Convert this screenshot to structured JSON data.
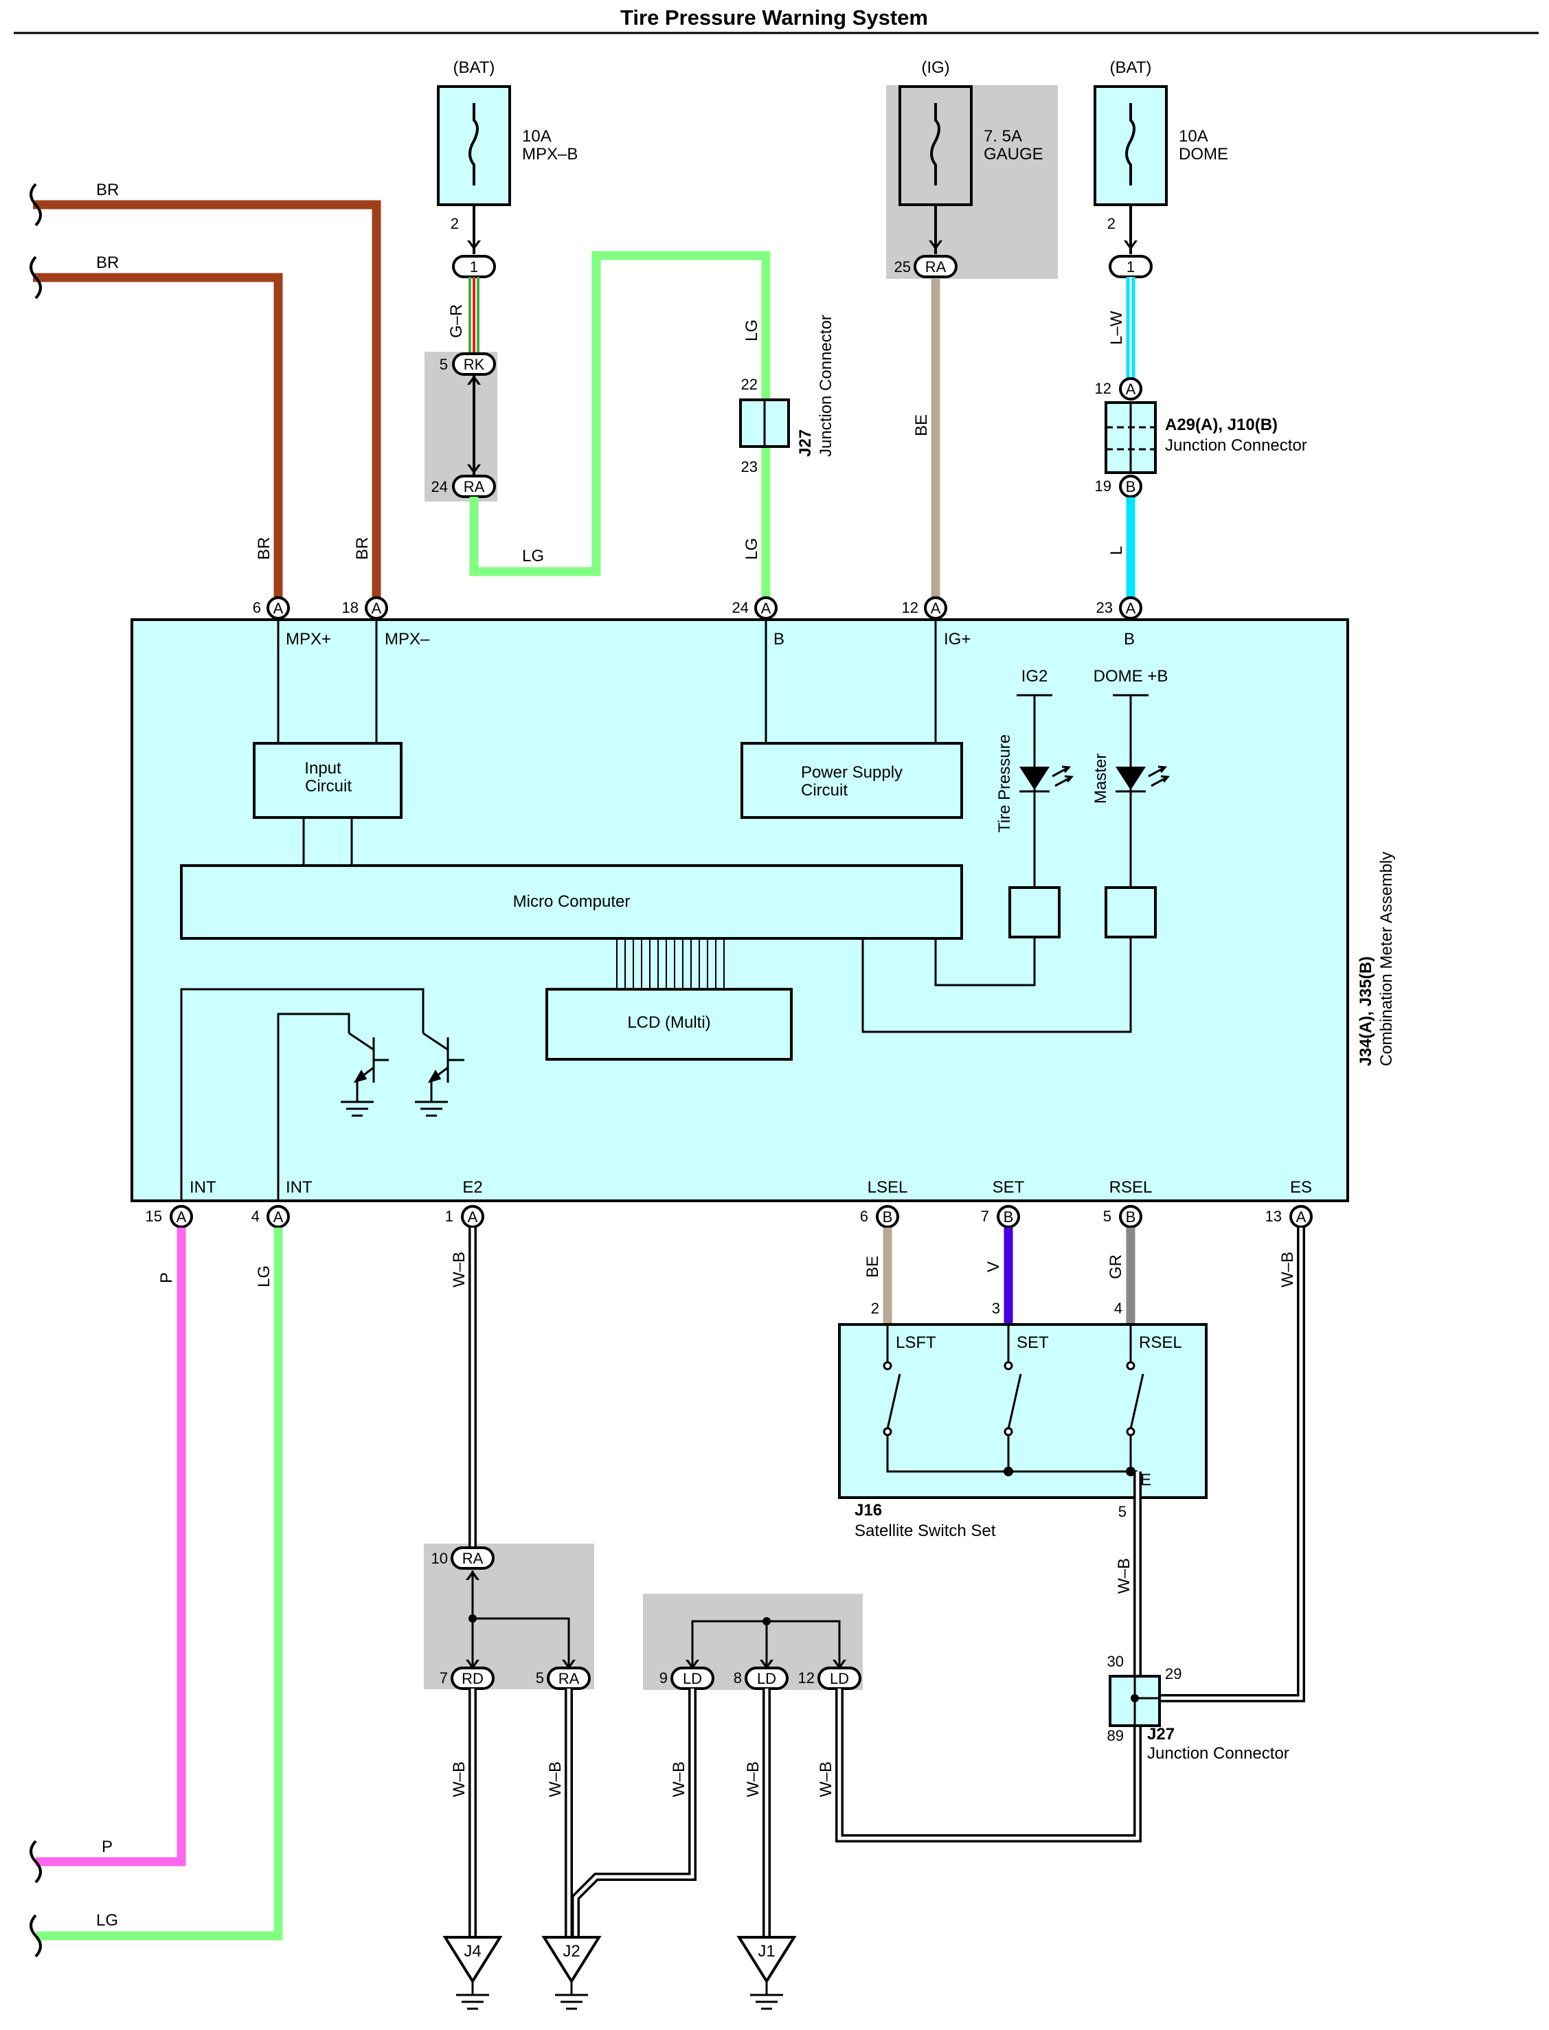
{
  "title": "Tire Pressure Warning System",
  "colors": {
    "BR": "#a0401a",
    "LG": "#80ff80",
    "BE": "#b8a894",
    "L": "#00e5ff",
    "P": "#ff66ee",
    "V": "#4400e0",
    "GR": "#888888",
    "W_B": "#ffffff",
    "G_R": "#40b040",
    "box_fill": "#ccffff",
    "shade": "#cccccc"
  },
  "fuses": {
    "mpxb": {
      "source": "(BAT)",
      "rating": "10A",
      "name": "MPX–B",
      "pin": "2",
      "conn": "1"
    },
    "gauge": {
      "source": "(IG)",
      "rating": "7. 5A",
      "name": "GAUGE",
      "pin": "25",
      "conn": "RA"
    },
    "dome": {
      "source": "(BAT)",
      "rating": "10A",
      "name": "DOME",
      "pin": "2",
      "conn": "1"
    }
  },
  "junctions": {
    "rk_ra": {
      "top_pin": "5",
      "top_conn": "RK",
      "bottom_pin": "24",
      "bottom_conn": "RA"
    },
    "j27_top": {
      "name": "J27",
      "desc": "Junction Connector",
      "pin_top": "22",
      "pin_bottom": "23"
    },
    "a29": {
      "name": "A29(A), J10(B)",
      "desc": "Junction Connector",
      "pin_top": "12",
      "conn_top": "A",
      "pin_bottom": "19",
      "conn_bottom": "B"
    },
    "j27_bottom": {
      "name": "J27",
      "desc": "Junction Connector",
      "pin_30": "30",
      "pin_29": "29",
      "pin_89": "89"
    }
  },
  "wires": {
    "br1": "BR",
    "br2": "BR",
    "br3": "BR",
    "br4": "BR",
    "gr_wire": "G–R",
    "lg_top": "LG",
    "lg_mid": "LG",
    "lg_v1": "LG",
    "lg_v2": "LG",
    "be_top": "BE",
    "lw": "L–W",
    "l": "L",
    "p": "P",
    "lg_bottom": "LG",
    "wb1": "W–B",
    "be_sw": "BE",
    "v_sw": "V",
    "gr_sw": "GR",
    "wb_es": "W–B",
    "wb_j16": "W–B",
    "wb_b1": "W–B",
    "wb_b2": "W–B",
    "wb_b3": "W–B",
    "wb_b4": "W–B",
    "wb_b5": "W–B",
    "p_left": "P",
    "lg_left": "LG"
  },
  "meter": {
    "name": "J34(A), J35(B)",
    "desc": "Combination Meter Assembly",
    "top_pins": [
      {
        "pin": "6",
        "conn": "A",
        "label": "MPX+"
      },
      {
        "pin": "18",
        "conn": "A",
        "label": "MPX–"
      },
      {
        "pin": "24",
        "conn": "A",
        "label": "B"
      },
      {
        "pin": "12",
        "conn": "A",
        "label": "IG+"
      },
      {
        "pin": "23",
        "conn": "A",
        "label": "B"
      }
    ],
    "bottom_pins": [
      {
        "pin": "15",
        "conn": "A",
        "label": "INT"
      },
      {
        "pin": "4",
        "conn": "A",
        "label": "INT"
      },
      {
        "pin": "1",
        "conn": "A",
        "label": "E2"
      },
      {
        "pin": "6",
        "conn": "B",
        "label": "LSEL"
      },
      {
        "pin": "7",
        "conn": "B",
        "label": "SET"
      },
      {
        "pin": "5",
        "conn": "B",
        "label": "RSEL"
      },
      {
        "pin": "13",
        "conn": "A",
        "label": "ES"
      }
    ],
    "input_circuit": [
      "Input",
      "Circuit"
    ],
    "power_supply": [
      "Power Supply",
      "Circuit"
    ],
    "micro": "Micro Computer",
    "lcd": "LCD (Multi)",
    "ig2": "IG2",
    "domeb": "DOME +B",
    "tire_pressure": "Tire Pressure",
    "master": "Master"
  },
  "switch": {
    "name": "J16",
    "desc": "Satellite Switch Set",
    "pins": [
      {
        "pin": "2",
        "label": "LSFT"
      },
      {
        "pin": "3",
        "label": "SET"
      },
      {
        "pin": "4",
        "label": "RSEL"
      }
    ],
    "e_label": "E",
    "e_pin": "5"
  },
  "ground_connectors": {
    "g1": {
      "top_pin": "10",
      "top_conn": "RA",
      "p1": "7",
      "c1": "RD",
      "p2": "5",
      "c2": "RA"
    },
    "g2": {
      "p1": "9",
      "c1": "LD",
      "p2": "8",
      "c2": "LD",
      "p3": "12",
      "c3": "LD"
    }
  },
  "grounds": [
    "J4",
    "J2",
    "J1"
  ]
}
